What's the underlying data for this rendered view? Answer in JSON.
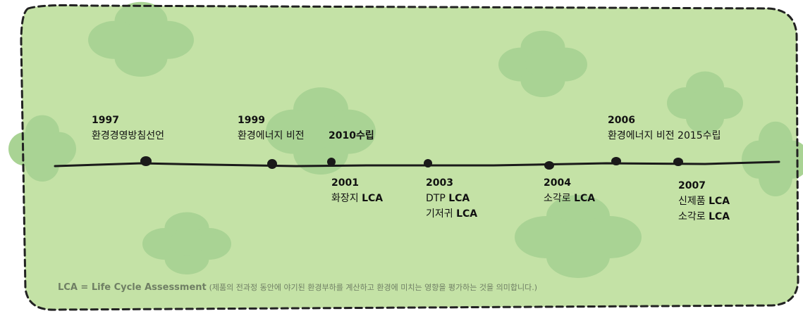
{
  "events": [
    {
      "year": "1997",
      "line1": "환경경영방침선언",
      "line1_b": "",
      "line2": "",
      "line2_b": ""
    },
    {
      "year": "1999",
      "line1": "환경에너지 비전",
      "line1_b": "",
      "line2": "",
      "line2_b": ""
    },
    {
      "year": "",
      "line1": "2010수립",
      "line1_b": "",
      "line2": "",
      "line2_b": ""
    },
    {
      "year": "2001",
      "line1": "화장지 ",
      "line1_b": "LCA",
      "line2": "",
      "line2_b": ""
    },
    {
      "year": "2003",
      "line1": "DTP ",
      "line1_b": "LCA",
      "line2": "기저귀 ",
      "line2_b": "LCA"
    },
    {
      "year": "2004",
      "line1": "소각로 ",
      "line1_b": "LCA",
      "line2": "",
      "line2_b": ""
    },
    {
      "year": "2006",
      "line1": "환경에너지 비전 2015수립",
      "line1_b": "",
      "line2": "",
      "line2_b": ""
    },
    {
      "year": "2007",
      "line1": "신제품 ",
      "line1_b": "LCA",
      "line2": "소각로 ",
      "line2_b": "LCA"
    }
  ],
  "footnote": {
    "term": "LCA = Life Cycle Assessment",
    "desc": "(제품의 전과정 동안에 야기된 환경부하를 계산하고 환경에 미치는 영향을 평가하는 것을 의미합니다.)"
  },
  "colors": {
    "background": "#bfe0a0",
    "clover": "#9fcb8c",
    "line": "#1a1a1a",
    "border": "#222222"
  }
}
